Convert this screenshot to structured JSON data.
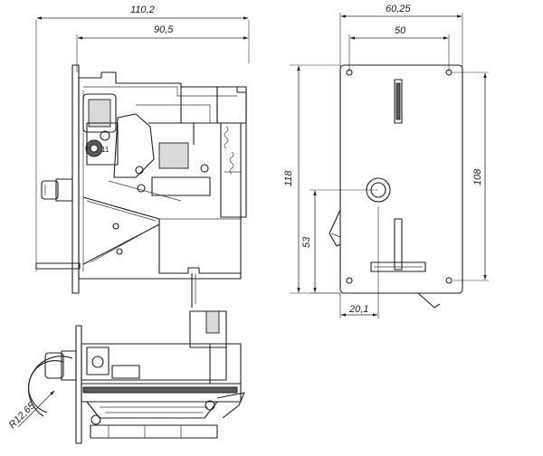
{
  "dimensions": {
    "side_overall_width": "110,2",
    "side_body_width": "90,5",
    "front_overall_width": "60,25",
    "front_hole_spacing": "50",
    "front_height": "118",
    "front_hole_height": "108",
    "front_slot_height": "53",
    "front_slot_offset": "20,1",
    "bottom_radius": "R12,65"
  }
}
